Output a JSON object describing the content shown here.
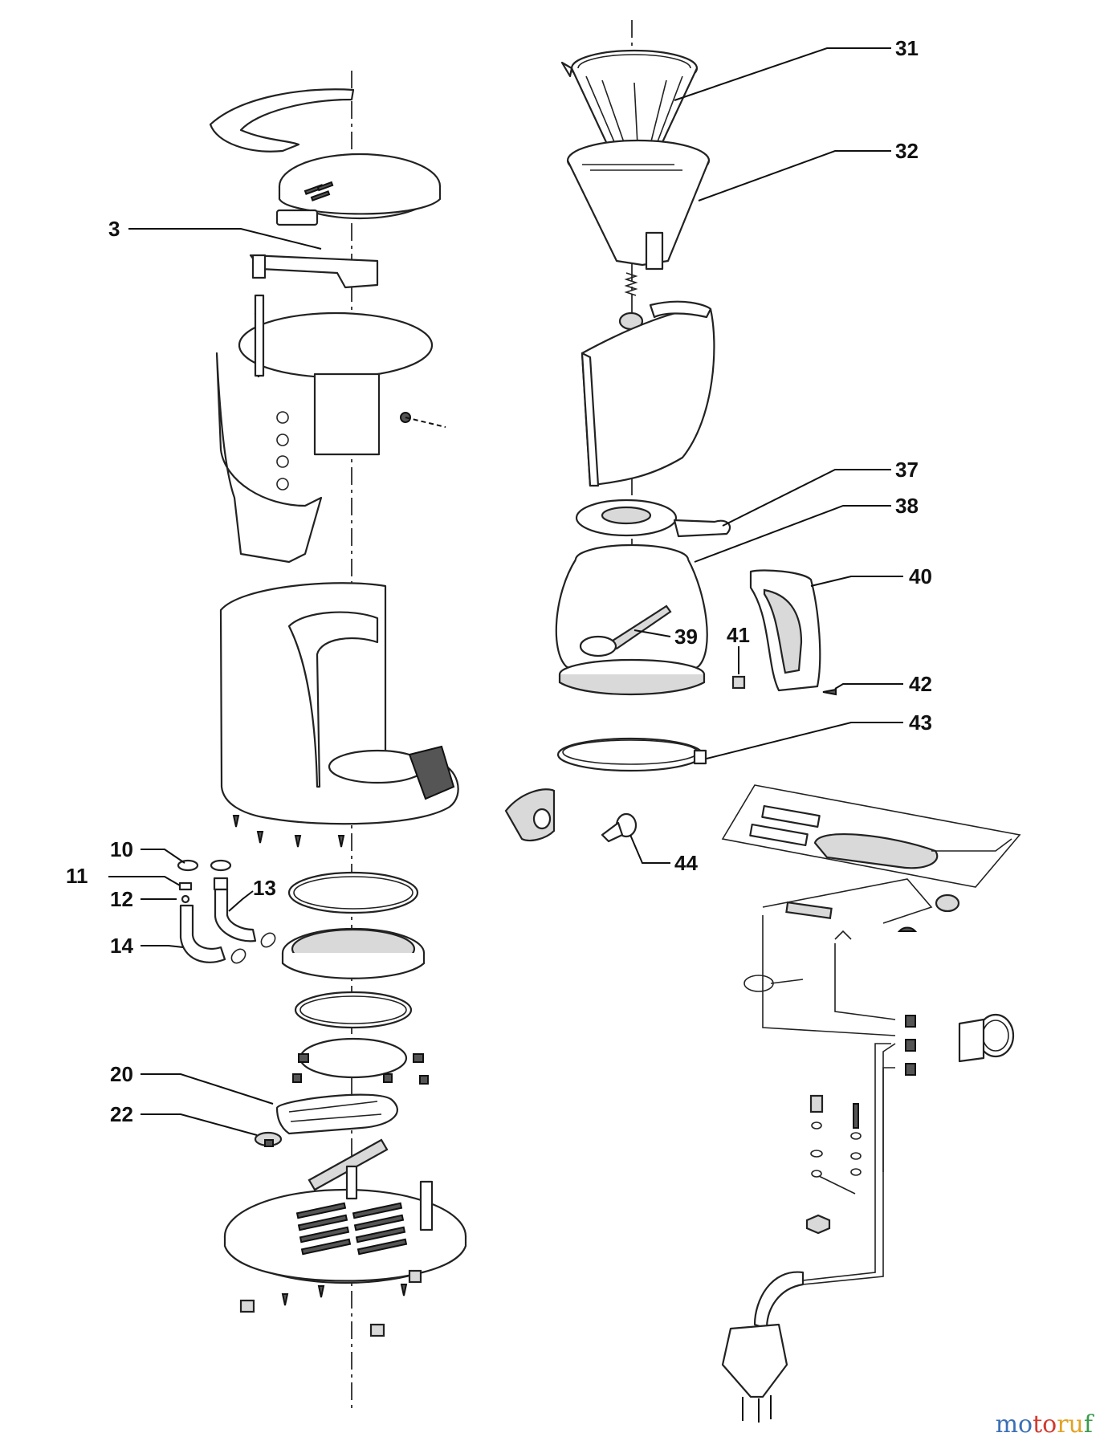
{
  "callouts": [
    {
      "id": "3",
      "label": "3"
    },
    {
      "id": "10",
      "label": "10"
    },
    {
      "id": "11",
      "label": "11"
    },
    {
      "id": "12",
      "label": "12"
    },
    {
      "id": "13",
      "label": "13"
    },
    {
      "id": "14",
      "label": "14"
    },
    {
      "id": "20",
      "label": "20"
    },
    {
      "id": "22",
      "label": "22"
    },
    {
      "id": "31",
      "label": "31"
    },
    {
      "id": "32",
      "label": "32"
    },
    {
      "id": "37",
      "label": "37"
    },
    {
      "id": "38",
      "label": "38"
    },
    {
      "id": "39",
      "label": "39"
    },
    {
      "id": "40",
      "label": "40"
    },
    {
      "id": "41",
      "label": "41"
    },
    {
      "id": "42",
      "label": "42"
    },
    {
      "id": "43",
      "label": "43"
    },
    {
      "id": "44",
      "label": "44"
    }
  ],
  "watermark": {
    "parts": [
      "mo",
      "to",
      "ru",
      "f"
    ],
    "colors": [
      "#3b6fb6",
      "#d23a2f",
      "#e0a325",
      "#3a9b4a"
    ]
  }
}
